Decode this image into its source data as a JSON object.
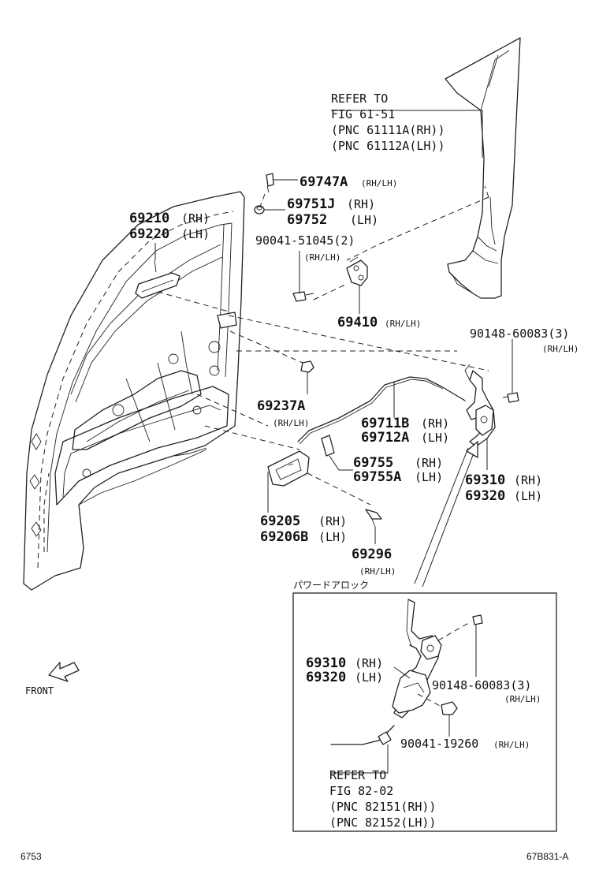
{
  "refer_top": {
    "line1": "REFER TO",
    "line2": "FIG 61-51",
    "line3": "(PNC 61111A(RH))",
    "line4": "(PNC 61112A(LH))"
  },
  "parts": {
    "p69747A": {
      "num": "69747A",
      "side": "(RH/LH)"
    },
    "p69751J": {
      "num": "69751J",
      "side": "(RH)"
    },
    "p69752": {
      "num": "69752",
      "side": "(LH)"
    },
    "p69210": {
      "num": "69210",
      "side": "(RH)"
    },
    "p69220": {
      "num": "69220",
      "side": "(LH)"
    },
    "p90041_51045": {
      "num": "90041-51045(2)",
      "side": "(RH/LH)"
    },
    "p69410": {
      "num": "69410",
      "side": "(RH/LH)"
    },
    "p90148_top": {
      "num": "90148-60083(3)",
      "side": "(RH/LH)"
    },
    "p69237A": {
      "num": "69237A",
      "side": "(RH/LH)"
    },
    "p69711B": {
      "num": "69711B",
      "side": "(RH)"
    },
    "p69712A": {
      "num": "69712A",
      "side": "(LH)"
    },
    "p69755": {
      "num": "69755",
      "side": "(RH)"
    },
    "p69755A": {
      "num": "69755A",
      "side": "(LH)"
    },
    "p69310_top": {
      "num": "69310",
      "side": "(RH)"
    },
    "p69320_top": {
      "num": "69320",
      "side": "(LH)"
    },
    "p69205": {
      "num": "69205",
      "side": "(RH)"
    },
    "p69206B": {
      "num": "69206B",
      "side": "(LH)"
    },
    "p69296": {
      "num": "69296",
      "side": "(RH/LH)"
    },
    "p69310_box": {
      "num": "69310",
      "side": "(RH)"
    },
    "p69320_box": {
      "num": "69320",
      "side": "(LH)"
    },
    "p90148_box": {
      "num": "90148-60083(3)",
      "side": "(RH/LH)"
    },
    "p90041_19260": {
      "num": "90041-19260",
      "side": "(RH/LH)"
    }
  },
  "inset_title": "パワードアロック",
  "refer_bottom": {
    "line1": "REFER TO",
    "line2": "FIG 82-02",
    "line3": "(PNC 82151(RH))",
    "line4": "(PNC 82152(LH))"
  },
  "front_label": "FRONT",
  "footer": {
    "left": "6753",
    "right": "67B831-A"
  }
}
